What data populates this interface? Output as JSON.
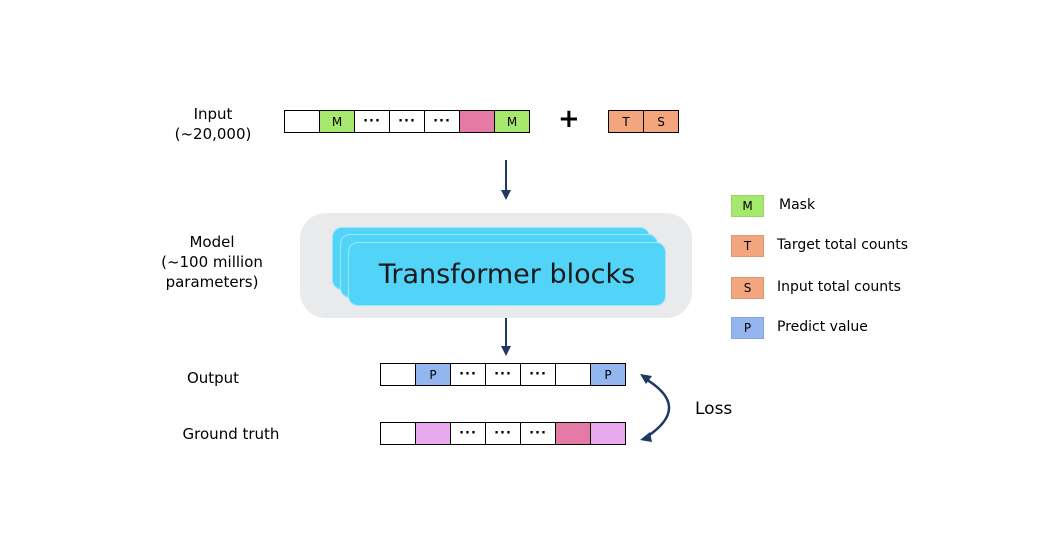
{
  "labels": {
    "input": "Input",
    "input_size": "(~20,000)",
    "model": "Model",
    "model_size_1": "(~100 million",
    "model_size_2": "parameters)",
    "output": "Output",
    "ground_truth": "Ground truth",
    "loss": "Loss",
    "plus": "+"
  },
  "transformer": {
    "label": "Transformer blocks",
    "color": "#52d4f8"
  },
  "input_row": [
    {
      "text": "",
      "kind": "white"
    },
    {
      "text": "M",
      "kind": "mask"
    },
    {
      "text": "···",
      "kind": "dots"
    },
    {
      "text": "···",
      "kind": "dots"
    },
    {
      "text": "···",
      "kind": "dots"
    },
    {
      "text": "",
      "kind": "pink"
    },
    {
      "text": "M",
      "kind": "mask"
    }
  ],
  "counts_row": [
    {
      "text": "T",
      "kind": "orange"
    },
    {
      "text": "S",
      "kind": "orange"
    }
  ],
  "output_row": [
    {
      "text": "",
      "kind": "white"
    },
    {
      "text": "P",
      "kind": "blue"
    },
    {
      "text": "···",
      "kind": "dots"
    },
    {
      "text": "···",
      "kind": "dots"
    },
    {
      "text": "···",
      "kind": "dots"
    },
    {
      "text": "",
      "kind": "white"
    },
    {
      "text": "P",
      "kind": "blue"
    }
  ],
  "truth_row": [
    {
      "text": "",
      "kind": "white"
    },
    {
      "text": "",
      "kind": "lpink"
    },
    {
      "text": "···",
      "kind": "dots"
    },
    {
      "text": "···",
      "kind": "dots"
    },
    {
      "text": "···",
      "kind": "dots"
    },
    {
      "text": "",
      "kind": "pink"
    },
    {
      "text": "",
      "kind": "lpink"
    }
  ],
  "legend": [
    {
      "symbol": "M",
      "text": "Mask",
      "color": "#a6e86d"
    },
    {
      "symbol": "T",
      "text": "Target total counts",
      "color": "#f3a57d"
    },
    {
      "symbol": "S",
      "text": "Input total counts",
      "color": "#f3a57d"
    },
    {
      "symbol": "P",
      "text": "Predict value",
      "color": "#93b6ee"
    }
  ],
  "colors": {
    "arrow": "#1f3864"
  }
}
